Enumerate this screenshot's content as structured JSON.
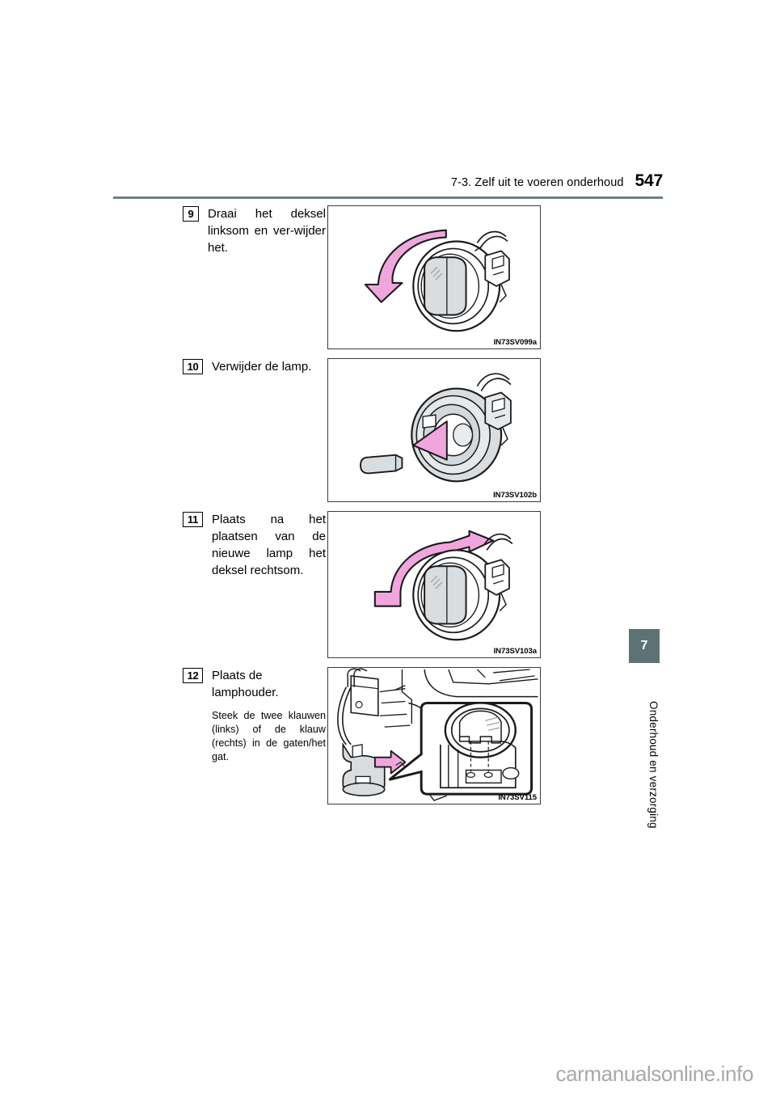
{
  "header": {
    "breadcrumb": "7-3. Zelf uit te voeren onderhoud",
    "page_number": "547",
    "rule_color": "#6d8084"
  },
  "side_tab": {
    "chapter_number": "7",
    "chapter_label": "Onderhoud en verzorging",
    "background": "#5d7275",
    "text_color": "#ffffff"
  },
  "steps": [
    {
      "number": "9",
      "text": "Draai het deksel linksom en ver-wijder het.",
      "sub_text": "",
      "figure_code": "IN73SV099a",
      "figure_name": "bulb-cover-remove-counterclockwise"
    },
    {
      "number": "10",
      "text": "Verwijder de lamp.",
      "sub_text": "",
      "figure_code": "IN73SV102b",
      "figure_name": "bulb-pull-out"
    },
    {
      "number": "11",
      "text": "Plaats na het plaatsen van de nieuwe lamp het deksel rechtsom.",
      "sub_text": "",
      "figure_code": "IN73SV103a",
      "figure_name": "bulb-cover-install-clockwise"
    },
    {
      "number": "12",
      "text": "Plaats de lamphouder.",
      "sub_text": "Steek de twee klauwen (links) of de klauw (rechts) in de gaten/het gat.",
      "figure_code": "IN73SV115",
      "figure_name": "lamp-holder-install-engine-bay"
    }
  ],
  "watermark": {
    "text": "carmanualsonline.info",
    "color": "#a8a8a8"
  },
  "colors": {
    "arrow_pink": "#ee8ed8",
    "arrow_pink_fill": "#f0a6dd",
    "part_gray": "#d9dde0",
    "outline": "#1a1a1a"
  }
}
